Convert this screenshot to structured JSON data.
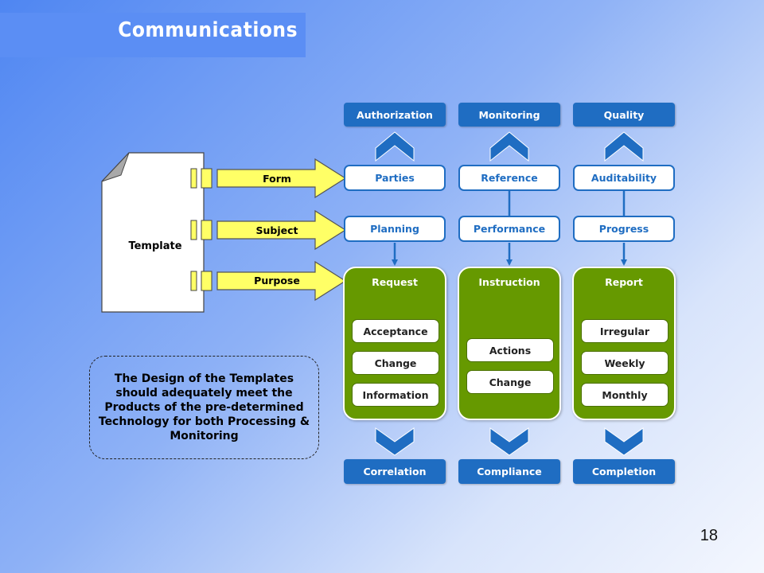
{
  "title": "Communications",
  "template": {
    "label": "Template"
  },
  "arrows": [
    {
      "label": "Form"
    },
    {
      "label": "Subject"
    },
    {
      "label": "Purpose"
    }
  ],
  "top_outcomes": [
    "Authorization",
    "Monitoring",
    "Quality"
  ],
  "row1": [
    "Parties",
    "Reference",
    "Auditability"
  ],
  "row2": [
    "Planning",
    "Performance",
    "Progress"
  ],
  "groups": [
    {
      "title": "Request",
      "items": [
        "Acceptance",
        "Change",
        "Information"
      ]
    },
    {
      "title": "Instruction",
      "items": [
        "Actions",
        "Change"
      ]
    },
    {
      "title": "Report",
      "items": [
        "Irregular",
        "Weekly",
        "Monthly"
      ]
    }
  ],
  "bottom_outcomes": [
    "Correlation",
    "Compliance",
    "Completion"
  ],
  "note": "The Design of the Templates should adequately meet the Products of the pre-determined Technology for both Processing & Monitoring",
  "page_number": "18",
  "colors": {
    "blue": "#1f6dc2",
    "green": "#669900",
    "yellow": "#ffff66",
    "title_bar": "#5b8ef4"
  }
}
